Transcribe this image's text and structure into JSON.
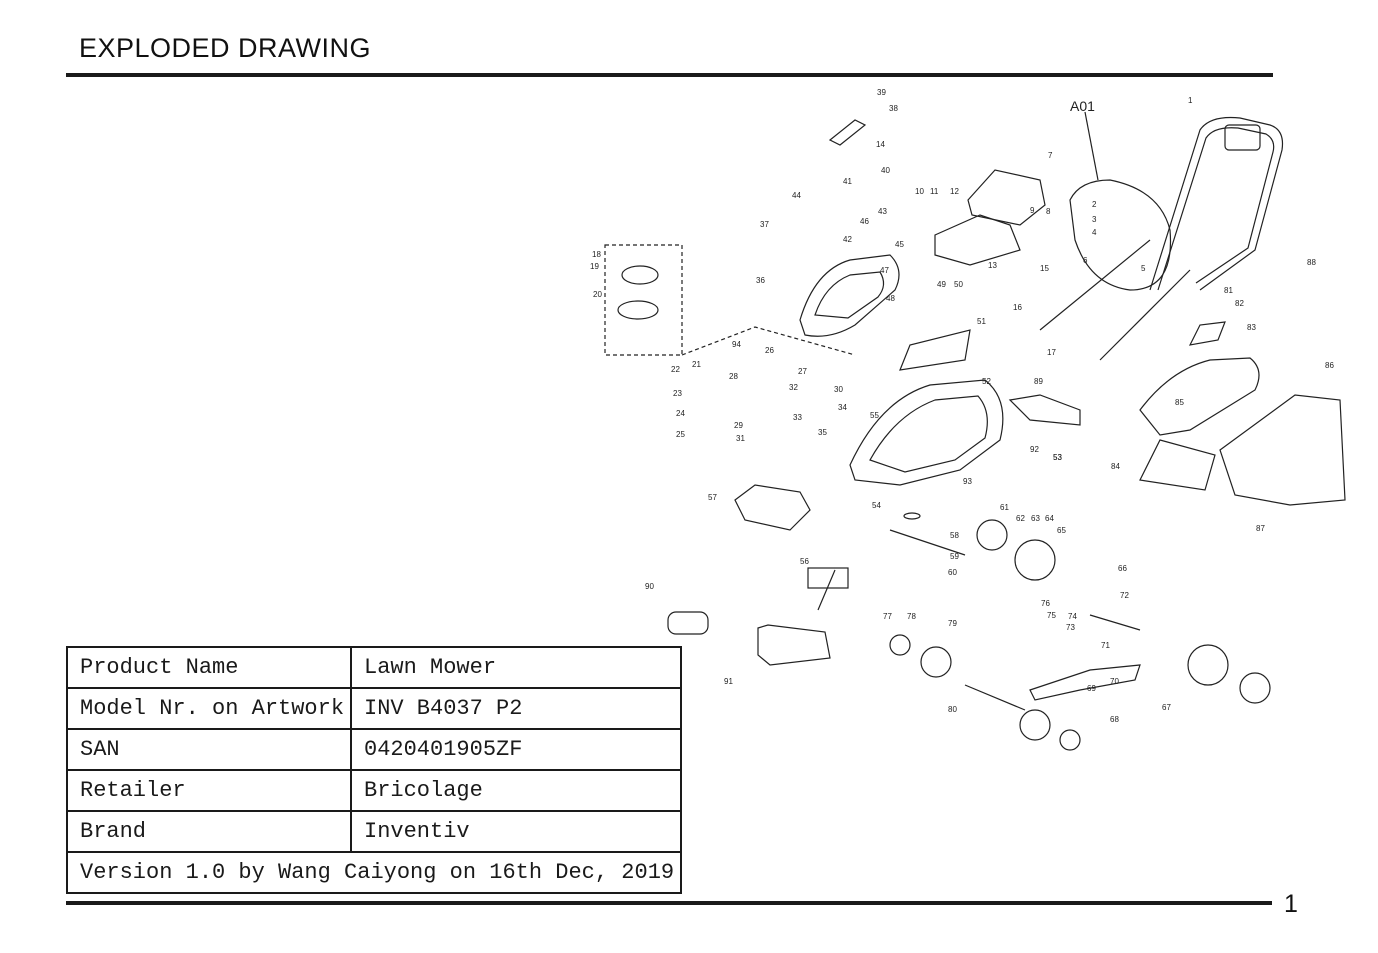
{
  "header": {
    "title": "EXPLODED DRAWING"
  },
  "page_number": "1",
  "diagram": {
    "assembly_label": "A01",
    "part_numbers": [
      "1",
      "2",
      "3",
      "4",
      "5",
      "6",
      "7",
      "8",
      "9",
      "10",
      "11",
      "12",
      "13",
      "14",
      "15",
      "16",
      "17",
      "18",
      "19",
      "20",
      "21",
      "22",
      "23",
      "24",
      "25",
      "26",
      "27",
      "28",
      "29",
      "30",
      "31",
      "32",
      "33",
      "34",
      "35",
      "36",
      "37",
      "38",
      "39",
      "40",
      "41",
      "42",
      "43",
      "44",
      "45",
      "46",
      "47",
      "48",
      "49",
      "50",
      "51",
      "52",
      "53",
      "54",
      "55",
      "56",
      "57",
      "58",
      "59",
      "60",
      "61",
      "62",
      "63",
      "64",
      "65",
      "66",
      "67",
      "68",
      "69",
      "70",
      "71",
      "72",
      "73",
      "74",
      "75",
      "76",
      "77",
      "78",
      "79",
      "80",
      "81",
      "82",
      "83",
      "84",
      "85",
      "86",
      "87",
      "88",
      "89",
      "90",
      "91",
      "92",
      "93",
      "94"
    ]
  },
  "info_table": {
    "rows": [
      {
        "label": "Product Name",
        "value": "Lawn Mower"
      },
      {
        "label": "Model Nr.  on Artwork",
        "value": "INV B4037 P2"
      },
      {
        "label": "SAN",
        "value": "0420401905ZF"
      },
      {
        "label": "Retailer",
        "value": "Bricolage"
      },
      {
        "label": "Brand",
        "value": "Inventiv"
      }
    ],
    "footer": "Version 1.0 by Wang Caiyong on 16th Dec, 2019"
  }
}
